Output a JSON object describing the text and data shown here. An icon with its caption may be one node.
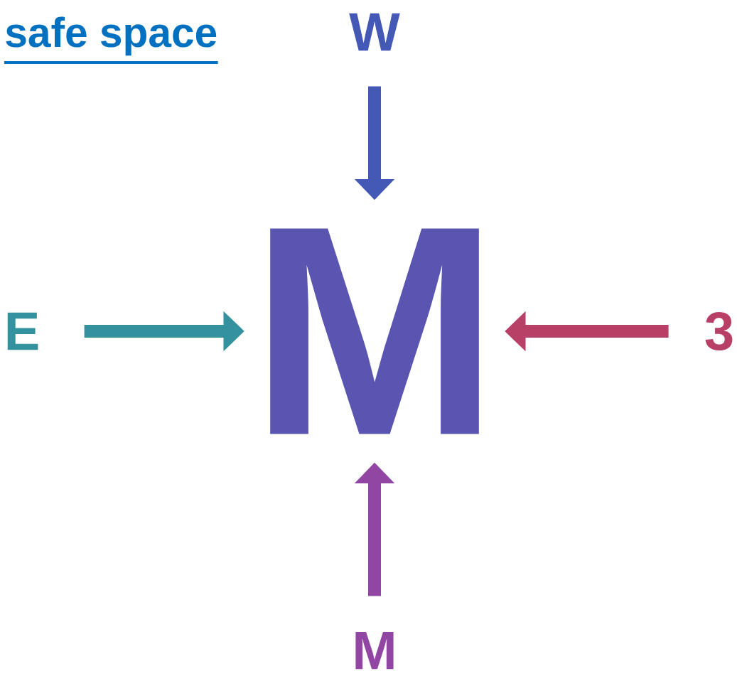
{
  "diagram": {
    "title": "safe space",
    "nodes": [
      {
        "text": [
          "M"
        ]
      },
      {
        "text": [
          "W"
        ]
      },
      {
        "text": [
          "E"
        ]
      },
      {
        "text": [
          "3"
        ]
      },
      {
        "text": [
          "M"
        ]
      }
    ],
    "edges": [
      {
        "from": 1,
        "to": 0,
        "arrow": "to",
        "color": "#4459b5"
      },
      {
        "from": 2,
        "to": 0,
        "arrow": "to",
        "color": "#33929e"
      },
      {
        "from": 3,
        "to": 0,
        "arrow": "to",
        "color": "#b84066"
      },
      {
        "from": 4,
        "to": 0,
        "arrow": "to",
        "color": "#9146a3"
      }
    ]
  }
}
